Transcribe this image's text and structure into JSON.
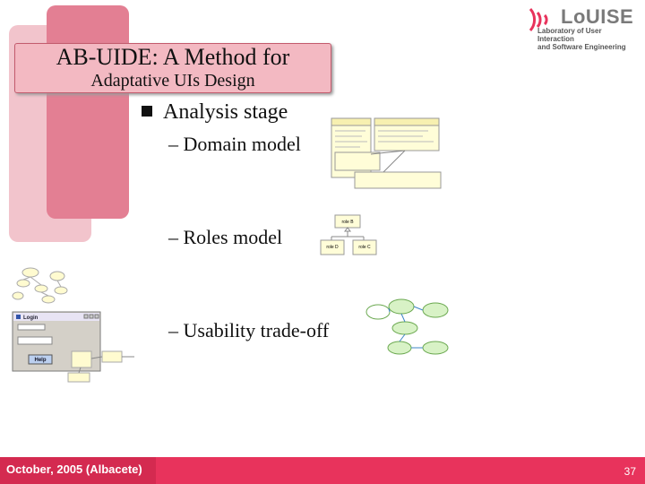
{
  "title": {
    "main": "AB-UIDE: A Method for",
    "sub": "Adaptative UIs Design"
  },
  "logo": {
    "word": "LoUISE",
    "tagline_line1": "Laboratory of User Interaction",
    "tagline_line2": "and Software Engineering"
  },
  "content": {
    "bullet": "Analysis stage",
    "subitems": [
      "– Domain model",
      "– Roles model",
      "– Usability trade-off"
    ]
  },
  "roles_diagram": {
    "top_role": "role B",
    "left_role": "role D",
    "right_role": "role C"
  },
  "login_window": {
    "title": "Login",
    "button": "Help"
  },
  "footer": {
    "date": "October, 2005 (Albacete)",
    "page": "37"
  },
  "colors": {
    "accent": "#e8335c",
    "title_box": "#f3b9c2",
    "bar_light": "#f2c4cc",
    "bar_dark": "#e37f93"
  }
}
